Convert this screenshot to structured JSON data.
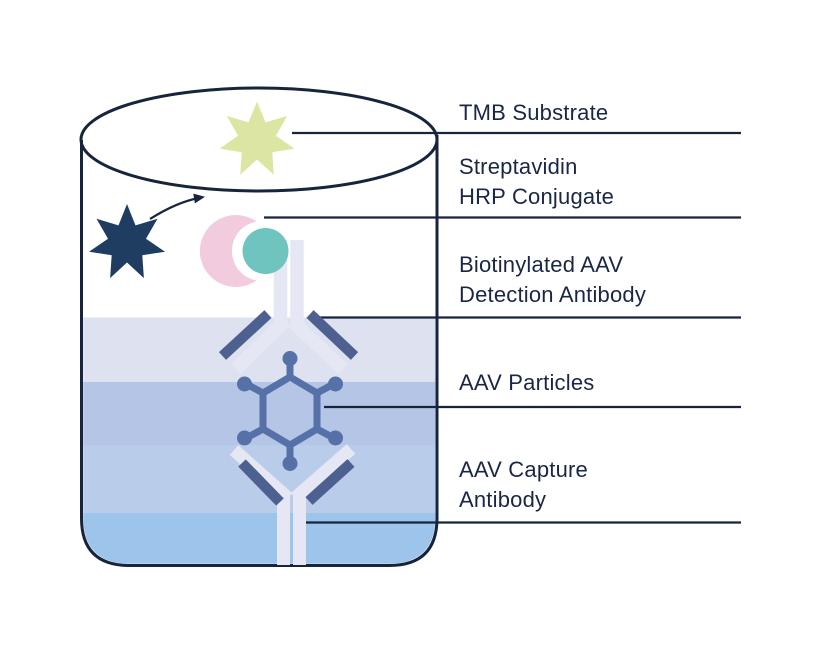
{
  "diagram": {
    "kind": "ELISA sandwich assay schematic in a microplate well",
    "labels": [
      {
        "id": "tmb-substrate",
        "lines": [
          "TMB Substrate"
        ]
      },
      {
        "id": "streptavidin-hrp-conjugate",
        "lines": [
          "Streptavidin",
          "HRP Conjugate"
        ]
      },
      {
        "id": "biotinylated-detection-antibody",
        "lines": [
          "Biotinylated AAV",
          "Detection Antibody"
        ]
      },
      {
        "id": "aav-particles",
        "lines": [
          "AAV Particles"
        ]
      },
      {
        "id": "aav-capture-antibody",
        "lines": [
          "AAV Capture",
          "Antibody"
        ]
      }
    ],
    "colors": {
      "ink": "#16243c",
      "text": "#1a2744",
      "tmb_star": "#dde5a3",
      "navy_star": "#1e3d60",
      "streptavidin_pink": "#f3cbdf",
      "hrp_teal": "#6fc4c0",
      "antibody_light": "#e5e7f5",
      "antibody_tip": "#4d6190",
      "aav_particle": "#5571a7",
      "liquid_layers": [
        "#dee2f0",
        "#b5c5e6",
        "#b9cce9",
        "#9dc4eb"
      ]
    }
  }
}
